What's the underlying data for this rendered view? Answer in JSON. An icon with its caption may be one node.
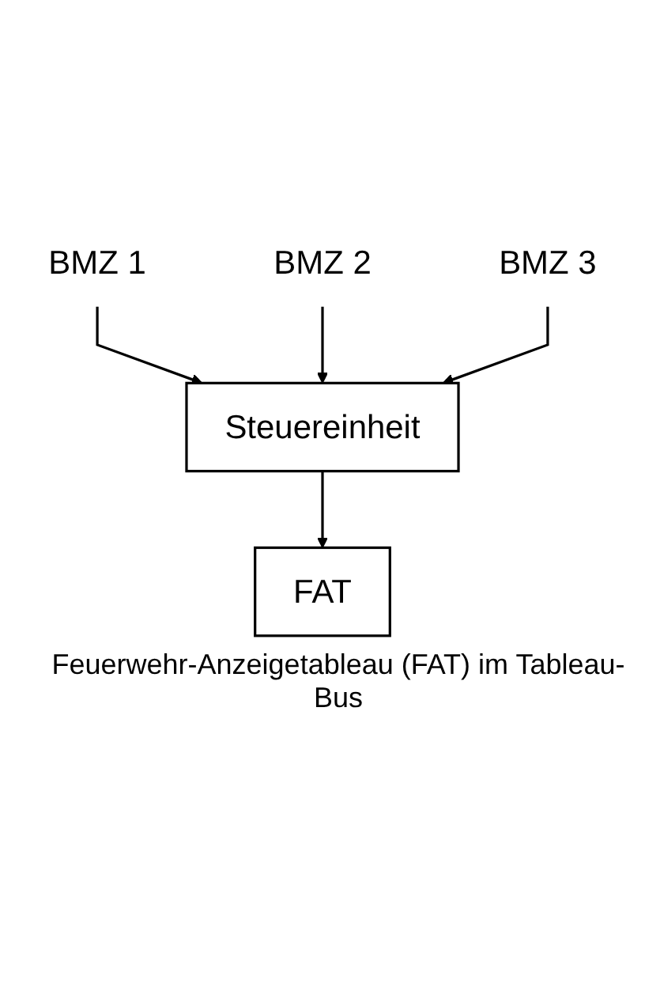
{
  "diagram": {
    "nodes": [
      {
        "text": [
          "BMZ 1"
        ]
      },
      {
        "text": [
          "BMZ 2"
        ]
      },
      {
        "text": [
          "BMZ 3"
        ]
      },
      {
        "text": [
          "Steuereinheit"
        ]
      },
      {
        "text": [
          "FAT"
        ],
        "beside": [
          "Feuerwehr-Anzeigetableau (FAT) im Tableau-Bus"
        ]
      }
    ],
    "edges": [
      {
        "from": 0,
        "to": 3,
        "arrow": "to"
      },
      {
        "from": 1,
        "to": 3,
        "arrow": "to"
      },
      {
        "from": 2,
        "to": 3,
        "arrow": "to"
      },
      {
        "from": 3,
        "to": 4,
        "arrow": "to"
      }
    ]
  }
}
